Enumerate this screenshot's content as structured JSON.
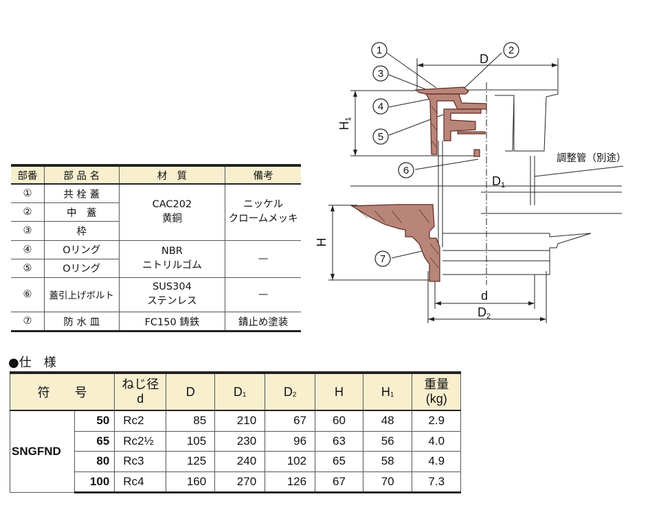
{
  "parts_table": {
    "headers": [
      "部番",
      "部 品 名",
      "材　質",
      "備考"
    ],
    "rows": [
      {
        "no": "①",
        "name": "共 栓 蓋"
      },
      {
        "no": "②",
        "name": "中　蓋"
      },
      {
        "no": "③",
        "name": "枠"
      },
      {
        "no": "④",
        "name": "Oリング"
      },
      {
        "no": "⑤",
        "name": "Oリング"
      },
      {
        "no": "⑥",
        "name": "蓋引上げボルト"
      },
      {
        "no": "⑦",
        "name": "防 水 皿"
      }
    ],
    "materials": [
      {
        "line1": "CAC202",
        "line2": "黄銅"
      },
      {
        "line1": "NBR",
        "line2": "ニトリルゴム"
      },
      {
        "line1": "SUS304",
        "line2": "ステンレス"
      },
      {
        "line1": "FC150 鋳鉄",
        "line2": ""
      }
    ],
    "remarks": [
      {
        "line1": "ニッケル",
        "line2": "クロームメッキ"
      },
      {
        "line1": "—",
        "line2": ""
      },
      {
        "line1": "—",
        "line2": ""
      },
      {
        "line1": "錆止め塗装",
        "line2": ""
      }
    ]
  },
  "spec": {
    "title": "●仕　様",
    "headers": {
      "symbol": "符　　号",
      "thread_line1": "ねじ径",
      "thread_line2": "d",
      "D": "D",
      "D1": "D",
      "D1_sub": "1",
      "D2": "D",
      "D2_sub": "2",
      "H": "H",
      "H1": "H",
      "H1_sub": "1",
      "weight_line1": "重量",
      "weight_line2": "(kg)"
    },
    "model": "SNGFND",
    "rows": [
      {
        "size": "50",
        "thread": "Rc2",
        "D": "85",
        "D1": "210",
        "D2": "67",
        "H": "60",
        "H1": "48",
        "weight": "2.9"
      },
      {
        "size": "65",
        "thread": "Rc2½",
        "D": "105",
        "D1": "230",
        "D2": "96",
        "H": "63",
        "H1": "56",
        "weight": "4.0"
      },
      {
        "size": "80",
        "thread": "Rc3",
        "D": "125",
        "D1": "240",
        "D2": "102",
        "H": "65",
        "H1": "58",
        "weight": "4.9"
      },
      {
        "size": "100",
        "thread": "Rc4",
        "D": "160",
        "D1": "270",
        "D2": "126",
        "H": "67",
        "H1": "70",
        "weight": "7.3"
      }
    ]
  },
  "drawing": {
    "callouts": [
      "1",
      "2",
      "3",
      "4",
      "5",
      "6",
      "7"
    ],
    "dim_D": "D",
    "dim_D1": "D",
    "dim_D1_sub": "1",
    "dim_D2": "D",
    "dim_D2_sub": "2",
    "dim_d": "d",
    "dim_H": "H",
    "dim_H1": "H",
    "dim_H1_sub": "1",
    "adjust_pipe_label": "調整管（別途）"
  }
}
